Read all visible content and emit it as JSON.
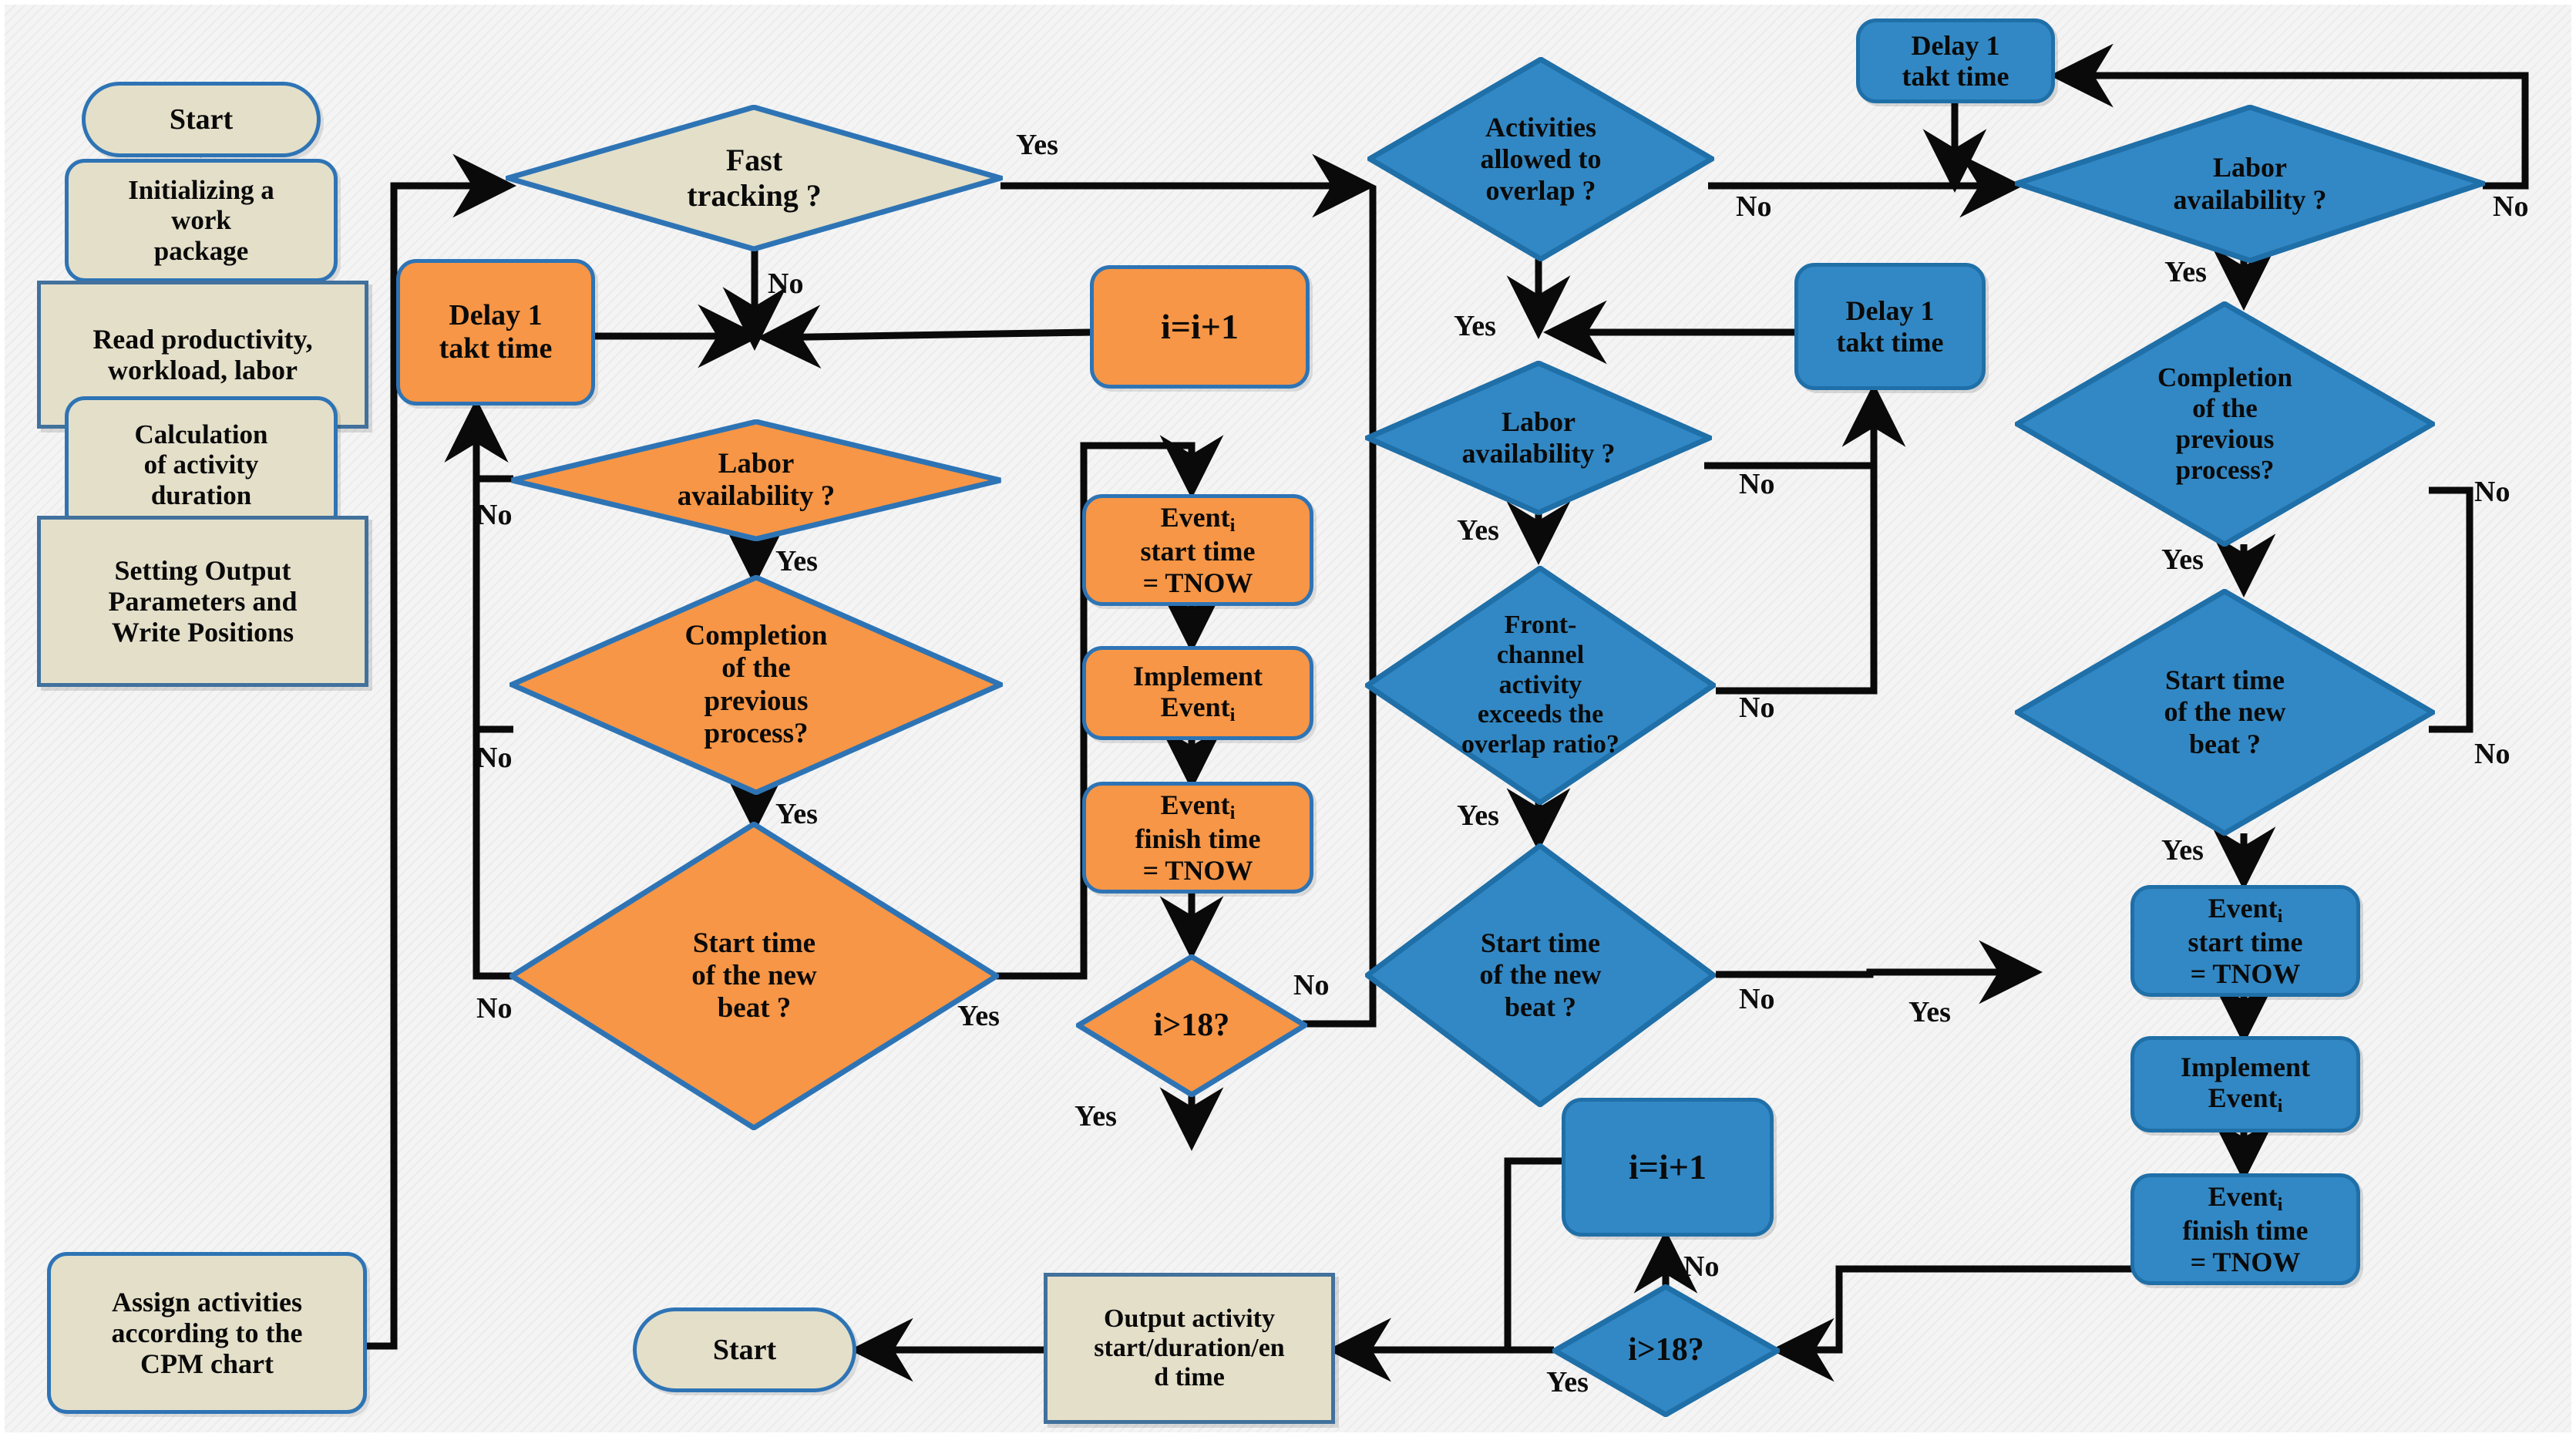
{
  "diagram": {
    "type": "flowchart",
    "title": "Takt-time / fast-tracking construction simulation flowchart",
    "palette": {
      "beige_fill": "#E4DFC9",
      "beige_border": "#41719C",
      "orange_fill": "#F79646",
      "orange_border": "#2E74B5",
      "blue_fill": "#3288C4",
      "blue_border": "#1F6FA8",
      "edge_color": "#0a0a0a",
      "canvas": "#f4f4f4"
    },
    "nodes": [
      {
        "id": "start-top",
        "label": "Start",
        "shape": "terminator",
        "color": "beige"
      },
      {
        "id": "init-wp",
        "label": "Initializing a work package",
        "shape": "process-round",
        "color": "beige"
      },
      {
        "id": "read-prod",
        "label": "Read productivity, workload, labor",
        "shape": "process",
        "color": "beige"
      },
      {
        "id": "calc-dur",
        "label": "Calculation of activity duration",
        "shape": "process-round",
        "color": "beige"
      },
      {
        "id": "set-output",
        "label": "Setting Output Parameters and Write Positions",
        "shape": "process",
        "color": "beige"
      },
      {
        "id": "assign-act",
        "label": "Assign activities according to the CPM chart",
        "shape": "process-round",
        "color": "beige"
      },
      {
        "id": "fast-tracking",
        "label": "Fast tracking ?",
        "shape": "decision",
        "color": "beige"
      },
      {
        "id": "delay-left",
        "label": "Delay 1 takt time",
        "shape": "process-round",
        "color": "orange"
      },
      {
        "id": "labor-left",
        "label": "Labor availability ?",
        "shape": "decision",
        "color": "orange"
      },
      {
        "id": "completion-left",
        "label": "Completion of the previous process?",
        "shape": "decision",
        "color": "orange"
      },
      {
        "id": "starttime-left",
        "label": "Start time of the new beat ?",
        "shape": "decision",
        "color": "orange"
      },
      {
        "id": "iplus-left",
        "label": "i=i+1",
        "shape": "process-round",
        "color": "orange"
      },
      {
        "id": "evstart-left",
        "label": "Event_i start time = TNOW",
        "shape": "process-round",
        "color": "orange"
      },
      {
        "id": "implement-left",
        "label": "Implement Event_i",
        "shape": "process-round",
        "color": "orange"
      },
      {
        "id": "evfinish-left",
        "label": "Event_i finish time = TNOW",
        "shape": "process-round",
        "color": "orange"
      },
      {
        "id": "i18-left",
        "label": "i>18?",
        "shape": "decision",
        "color": "orange"
      },
      {
        "id": "output-activity",
        "label": "Output activity start/duration/end time",
        "shape": "process",
        "color": "beige"
      },
      {
        "id": "start-bottom",
        "label": "Start",
        "shape": "terminator",
        "color": "beige"
      },
      {
        "id": "overlap",
        "label": "Activities allowed to overlap ?",
        "shape": "decision",
        "color": "blue"
      },
      {
        "id": "delay-mid-top",
        "label": "Delay 1 takt time",
        "shape": "process-round",
        "color": "blue"
      },
      {
        "id": "labor-mid",
        "label": "Labor availability ?",
        "shape": "decision",
        "color": "blue"
      },
      {
        "id": "frontchannel",
        "label": "Front-channel activity exceeds the overlap ratio?",
        "shape": "decision",
        "color": "blue"
      },
      {
        "id": "starttime-mid",
        "label": "Start time of the new beat ?",
        "shape": "decision",
        "color": "blue"
      },
      {
        "id": "delay-topright",
        "label": "Delay 1 takt time",
        "shape": "process-round",
        "color": "blue"
      },
      {
        "id": "labor-right",
        "label": "Labor availability ?",
        "shape": "decision",
        "color": "blue"
      },
      {
        "id": "completion-right",
        "label": "Completion of the previous process?",
        "shape": "decision",
        "color": "blue"
      },
      {
        "id": "starttime-right",
        "label": "Start time of the new beat ?",
        "shape": "decision",
        "color": "blue"
      },
      {
        "id": "evstart-right",
        "label": "Event_i start time = TNOW",
        "shape": "process-round",
        "color": "blue"
      },
      {
        "id": "implement-right",
        "label": "Implement Event_i",
        "shape": "process-round",
        "color": "blue"
      },
      {
        "id": "evfinish-right",
        "label": "Event_i finish time = TNOW",
        "shape": "process-round",
        "color": "blue"
      },
      {
        "id": "iplus-right",
        "label": "i=i+1",
        "shape": "process-round",
        "color": "blue"
      },
      {
        "id": "i18-right",
        "label": "i>18?",
        "shape": "decision",
        "color": "blue"
      }
    ],
    "edge_labels": [
      "Yes",
      "No",
      "No",
      "Yes",
      "No",
      "Yes",
      "No",
      "Yes",
      "No",
      "Yes",
      "No",
      "Yes",
      "Yes",
      "No",
      "No",
      "Yes",
      "Yes",
      "No",
      "No",
      "Yes",
      "No",
      "Yes",
      "No",
      "No",
      "Yes",
      "No"
    ]
  },
  "nodes": {
    "start_top": "Start",
    "init_wp_l1": "Initializing a",
    "init_wp_l2": "work",
    "init_wp_l3": "package",
    "read_l1": "Read productivity,",
    "read_l2": "workload, labor",
    "calc_l1": "Calculation",
    "calc_l2": "of activity",
    "calc_l3": "duration",
    "setout_l1": "Setting Output",
    "setout_l2": "Parameters and",
    "setout_l3": "Write Positions",
    "assign_l1": "Assign activities",
    "assign_l2": "according to the",
    "assign_l3": "CPM chart",
    "fast_l1": "Fast",
    "fast_l2": "tracking ?",
    "delay_left_l1": "Delay 1",
    "delay_left_l2": "takt time",
    "labor_left_l1": "Labor",
    "labor_left_l2": "availability ?",
    "compl_left_l1": "Completion",
    "compl_left_l2": "of the",
    "compl_left_l3": "previous",
    "compl_left_l4": "process?",
    "stnew_left_l1": "Start time",
    "stnew_left_l2": "of the new",
    "stnew_left_l3": "beat ?",
    "iplus_left": "i=i+1",
    "evstart_left_l1": "Event",
    "evstart_left_sub": "i",
    "evstart_left_l2": "start time",
    "evstart_left_l3": "= TNOW",
    "impl_left_l1": "Implement",
    "impl_left_l2": "Event",
    "impl_left_sub": "i",
    "evfin_left_l1": "Event",
    "evfin_left_sub": "i",
    "evfin_left_l2": "finish time",
    "evfin_left_l3": "= TNOW",
    "i18_left": "i>18?",
    "output_l1": "Output activity",
    "output_l2": "start/duration/en",
    "output_l3": "d time",
    "start_bottom": "Start",
    "overlap_l1": "Activities",
    "overlap_l2": "allowed to",
    "overlap_l3": "overlap ?",
    "delay_midtop_l1": "Delay 1",
    "delay_midtop_l2": "takt time",
    "labor_mid_l1": "Labor",
    "labor_mid_l2": "availability ?",
    "front_l1": "Front-",
    "front_l2": "channel",
    "front_l3": "activity",
    "front_l4": "exceeds the",
    "front_l5": "overlap ratio?",
    "stnew_mid_l1": "Start time",
    "stnew_mid_l2": "of the new",
    "stnew_mid_l3": "beat ?",
    "delay_topright_l1": "Delay 1",
    "delay_topright_l2": "takt time",
    "labor_right_l1": "Labor",
    "labor_right_l2": "availability ?",
    "compl_right_l1": "Completion",
    "compl_right_l2": "of the",
    "compl_right_l3": "previous",
    "compl_right_l4": "process?",
    "stnew_right_l1": "Start time",
    "stnew_right_l2": "of the new",
    "stnew_right_l3": "beat ?",
    "evstart_right_l1": "Event",
    "evstart_right_sub": "i",
    "evstart_right_l2": "start time",
    "evstart_right_l3": "= TNOW",
    "impl_right_l1": "Implement",
    "impl_right_l2": "Event",
    "impl_right_sub": "i",
    "evfin_right_l1": "Event",
    "evfin_right_sub": "i",
    "evfin_right_l2": "finish time",
    "evfin_right_l3": "= TNOW",
    "iplus_right": "i=i+1",
    "i18_right": "i>18?"
  },
  "labels": {
    "fast_yes": "Yes",
    "fast_no": "No",
    "labor_left_no": "No",
    "labor_left_yes": "Yes",
    "compl_left_no": "No",
    "compl_left_yes": "Yes",
    "stnew_left_no": "No",
    "stnew_left_yes": "Yes",
    "i18_left_no": "No",
    "i18_left_yes": "Yes",
    "overlap_no": "No",
    "overlap_yes": "Yes",
    "labor_mid_no": "No",
    "labor_mid_yes": "Yes",
    "front_no": "No",
    "front_yes": "Yes",
    "stnew_mid_no": "No",
    "labor_right_no": "No",
    "labor_right_yes": "Yes",
    "compl_right_no": "No",
    "compl_right_yes": "Yes",
    "stnew_right_no": "No",
    "stnew_right_yes": "Yes",
    "i18_right_no": "No",
    "i18_right_yes": "Yes",
    "stnew_mid_to_event_yes": "Yes"
  }
}
